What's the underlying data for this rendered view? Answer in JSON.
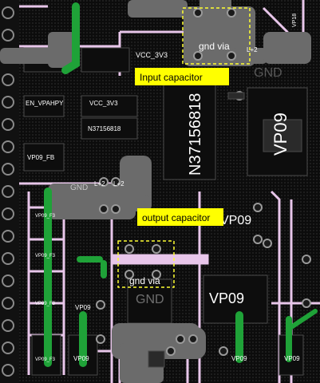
{
  "colors": {
    "board": "#0c0c0c",
    "pour_pattern": "#1d1d1d",
    "silk_outline": "#e8c6ea",
    "copper_bottom": "#6b6b6b",
    "trace_top": "#1fa238",
    "via_ring": "#9a9a9a",
    "callout_fill": "#ffff00",
    "callout_box": "#ffff33"
  },
  "annotations": {
    "input_cap": "Input capacitor",
    "output_cap": "output capacitor",
    "gnd_via_top": "gnd via",
    "gnd_via_bottom": "gnd via"
  },
  "silkscreen": {
    "vcc_top": "VCC_3V3",
    "en": "EN_VPAHPY",
    "vcc_mid": "VCC_3V3",
    "part_small": "N37156818",
    "vp09_fb": "VP09_FB",
    "part_big": "N37156818",
    "vp09_big_right": "VP09",
    "gnd_top_right": "GND",
    "gnd_mid": "GND",
    "gnd_bottom": "GND",
    "vp09_mid": "VP09",
    "vp09_big_bottom": "VP09",
    "vp09_small_1": "VP09",
    "vp09_small_2": "VP09",
    "vp09_small_3": "VP09",
    "vp09_small_4": "VP09",
    "vp18": "VP18",
    "l2_top": "L+2",
    "l2_mid": "L+2",
    "l2_mid2": "L+2",
    "vp09_pad_1": "VP09_F3",
    "vp09_pad_2": "VP09_F3",
    "vp09_pad_3": "VP09_F3",
    "vp09_pad_4": "VP09_F3"
  }
}
